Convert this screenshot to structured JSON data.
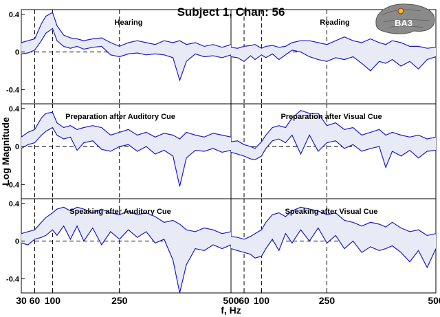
{
  "figure": {
    "title": "Subject 1, Chan: 56",
    "xlabel": "f, Hz",
    "ylabel": "Log Magnitude",
    "brain_label": "BA3"
  },
  "chart_data": {
    "type": "line",
    "title": "Subject 1, Chan: 56",
    "xlabel": "f, Hz",
    "ylabel": "Log Magnitude",
    "x_ticks": [
      30,
      60,
      100,
      250,
      500
    ],
    "x_tick_labels": [
      "30",
      "60",
      "100",
      "250",
      "500"
    ],
    "y_ticks": [
      -0.4,
      0,
      0.4
    ],
    "y_tick_labels": [
      "-0.4",
      "0",
      "0.4"
    ],
    "ylim": [
      -0.55,
      0.45
    ],
    "xlim": [
      30,
      500
    ],
    "vertical_reference_lines_hz": [
      60,
      100,
      250
    ],
    "band_fill_color": "#e8eaf6",
    "line_color": "#1a1acc",
    "panels": [
      {
        "title": "Hearing",
        "row": 0,
        "col": 0,
        "x": [
          30,
          45,
          60,
          75,
          85,
          100,
          110,
          125,
          140,
          155,
          170,
          190,
          210,
          230,
          250,
          270,
          290,
          310,
          330,
          350,
          370,
          385,
          400,
          420,
          440,
          460,
          480,
          500
        ],
        "upper": [
          0.1,
          0.12,
          0.14,
          0.3,
          0.38,
          0.42,
          0.28,
          0.18,
          0.15,
          0.14,
          0.12,
          0.14,
          0.15,
          0.1,
          0.06,
          0.1,
          0.12,
          0.1,
          0.08,
          0.12,
          0.1,
          0.12,
          0.08,
          0.1,
          0.06,
          0.08,
          0.05,
          0.08
        ],
        "lower": [
          -0.02,
          -0.01,
          0.02,
          0.12,
          0.2,
          0.25,
          0.12,
          0.06,
          0.04,
          0.06,
          0.03,
          0.05,
          0.06,
          -0.03,
          -0.05,
          -0.02,
          -0.01,
          -0.03,
          -0.02,
          -0.03,
          -0.06,
          -0.3,
          -0.1,
          -0.02,
          -0.05,
          -0.04,
          -0.06,
          -0.03
        ]
      },
      {
        "title": "Reading",
        "row": 0,
        "col": 1,
        "x": [
          30,
          45,
          60,
          75,
          85,
          100,
          110,
          125,
          140,
          155,
          170,
          190,
          210,
          230,
          250,
          270,
          290,
          310,
          330,
          350,
          370,
          385,
          400,
          420,
          440,
          460,
          480,
          500
        ],
        "upper": [
          0.05,
          0.04,
          0.06,
          0.07,
          0.08,
          0.04,
          0.06,
          0.07,
          0.05,
          0.06,
          0.1,
          0.12,
          0.12,
          0.1,
          0.08,
          0.12,
          0.16,
          0.12,
          0.1,
          0.14,
          0.1,
          0.08,
          0.12,
          0.1,
          0.06,
          0.06,
          0.04,
          0.05
        ],
        "lower": [
          -0.05,
          -0.06,
          -0.1,
          -0.04,
          -0.08,
          -0.03,
          -0.06,
          -0.02,
          -0.08,
          -0.03,
          0.02,
          0.0,
          -0.05,
          -0.08,
          -0.1,
          -0.06,
          -0.08,
          -0.05,
          -0.12,
          -0.2,
          -0.1,
          -0.12,
          -0.08,
          -0.15,
          -0.1,
          -0.18,
          -0.08,
          -0.05
        ]
      },
      {
        "title": "Preparation after Auditory Cue",
        "row": 1,
        "col": 0,
        "x": [
          30,
          45,
          60,
          75,
          85,
          100,
          110,
          125,
          140,
          155,
          170,
          190,
          210,
          230,
          250,
          270,
          290,
          310,
          330,
          350,
          370,
          385,
          400,
          420,
          440,
          460,
          480,
          500
        ],
        "upper": [
          0.1,
          0.15,
          0.18,
          0.3,
          0.35,
          0.36,
          0.25,
          0.2,
          0.22,
          0.18,
          0.2,
          0.22,
          0.2,
          0.12,
          0.15,
          0.18,
          0.12,
          0.15,
          0.1,
          0.14,
          0.12,
          0.08,
          0.15,
          0.12,
          0.1,
          0.14,
          0.12,
          0.1
        ],
        "lower": [
          -0.02,
          0.02,
          0.04,
          0.12,
          0.16,
          0.2,
          0.12,
          0.08,
          0.1,
          -0.04,
          0.04,
          0.06,
          -0.03,
          -0.05,
          0.0,
          0.02,
          -0.05,
          0.0,
          -0.08,
          -0.04,
          -0.1,
          -0.42,
          -0.12,
          -0.04,
          -0.05,
          -0.02,
          -0.06,
          -0.04
        ]
      },
      {
        "title": "Preparation after Visual Cue",
        "row": 1,
        "col": 1,
        "x": [
          30,
          45,
          60,
          75,
          85,
          100,
          110,
          125,
          140,
          155,
          170,
          190,
          210,
          230,
          250,
          270,
          290,
          310,
          330,
          350,
          370,
          385,
          400,
          420,
          440,
          460,
          480,
          500
        ],
        "upper": [
          0.05,
          0.06,
          0.02,
          0.0,
          -0.02,
          0.05,
          0.12,
          0.2,
          0.22,
          0.2,
          0.3,
          0.38,
          0.35,
          0.35,
          0.22,
          0.25,
          0.18,
          0.2,
          0.12,
          0.15,
          0.18,
          0.12,
          0.15,
          0.12,
          0.1,
          0.12,
          0.08,
          0.1
        ],
        "lower": [
          -0.06,
          -0.08,
          -0.1,
          -0.13,
          -0.14,
          -0.1,
          -0.02,
          0.06,
          0.08,
          0.04,
          0.12,
          -0.08,
          0.12,
          -0.05,
          0.04,
          0.06,
          -0.02,
          0.02,
          -0.05,
          -0.02,
          0.0,
          -0.22,
          -0.05,
          -0.1,
          -0.04,
          -0.12,
          -0.05,
          -0.04
        ]
      },
      {
        "title": "Speaking after Auditory Cue",
        "row": 2,
        "col": 0,
        "x": [
          30,
          45,
          60,
          75,
          85,
          100,
          110,
          125,
          140,
          155,
          170,
          190,
          210,
          230,
          250,
          270,
          290,
          310,
          330,
          350,
          370,
          385,
          400,
          420,
          440,
          460,
          480,
          500
        ],
        "upper": [
          0.08,
          0.1,
          0.12,
          0.2,
          0.25,
          0.3,
          0.34,
          0.36,
          0.32,
          0.36,
          0.34,
          0.3,
          0.34,
          0.3,
          0.28,
          0.32,
          0.28,
          0.3,
          0.26,
          0.2,
          0.22,
          0.18,
          0.12,
          0.1,
          0.14,
          0.12,
          0.08,
          0.1
        ],
        "lower": [
          -0.02,
          -0.04,
          0.02,
          0.04,
          0.06,
          0.12,
          0.06,
          0.16,
          0.02,
          0.16,
          0.0,
          0.14,
          -0.04,
          0.1,
          0.02,
          0.12,
          0.04,
          0.1,
          -0.02,
          0.02,
          -0.2,
          -0.55,
          -0.25,
          -0.08,
          -0.1,
          -0.04,
          -0.08,
          -0.04
        ]
      },
      {
        "title": "Speaking after Visual Cue",
        "row": 2,
        "col": 1,
        "x": [
          30,
          45,
          60,
          75,
          85,
          100,
          110,
          125,
          140,
          155,
          170,
          190,
          210,
          230,
          250,
          270,
          290,
          310,
          330,
          350,
          370,
          385,
          400,
          420,
          440,
          460,
          480,
          500
        ],
        "upper": [
          0.05,
          0.04,
          0.02,
          0.05,
          0.08,
          0.12,
          0.2,
          0.28,
          0.3,
          0.26,
          0.32,
          0.36,
          0.34,
          0.32,
          0.28,
          0.3,
          0.22,
          0.2,
          0.16,
          0.2,
          0.18,
          0.15,
          0.2,
          0.14,
          0.1,
          0.12,
          0.06,
          0.08
        ],
        "lower": [
          -0.08,
          -0.1,
          -0.12,
          -0.14,
          -0.18,
          -0.16,
          -0.08,
          0.02,
          -0.1,
          0.08,
          -0.02,
          0.12,
          0.0,
          0.14,
          -0.02,
          0.06,
          -0.08,
          0.0,
          -0.12,
          -0.06,
          -0.1,
          -0.08,
          -0.05,
          -0.12,
          -0.22,
          -0.1,
          -0.28,
          -0.08
        ]
      }
    ]
  }
}
